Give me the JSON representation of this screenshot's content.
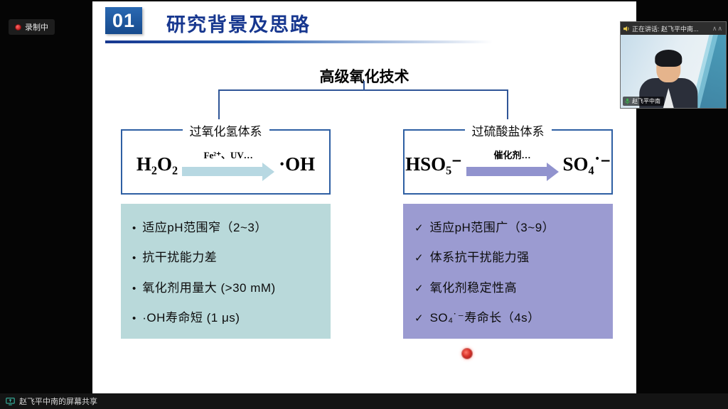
{
  "meeting": {
    "recording_label": "录制中",
    "speaking_status": "正在讲话: 赵飞平中南...",
    "collapse_arrows": "∧∧",
    "participant_name": "赵飞平中南",
    "screen_share_label": "赵飞平中南的屏幕共享"
  },
  "slide": {
    "section_number": "01",
    "section_title": "研究背景及思路",
    "heading": "高级氧化技术",
    "bullet_char": "•",
    "check_char": "✓",
    "left_system": {
      "title": "过氧化氢体系",
      "reactant": "H₂O₂",
      "arrow_label": "Fe²⁺、UV…",
      "product": "·OH"
    },
    "right_system": {
      "title": "过硫酸盐体系",
      "reactant": "HSO₅⁻",
      "arrow_label": "催化剂…",
      "product": "SO₄˙⁻"
    },
    "left_points": [
      "适应pH范围窄（2~3）",
      "抗干扰能力差",
      "氧化剂用量大 (>30 mM)",
      "·OH寿命短 (1 μs)"
    ],
    "right_points": [
      "适应pH范围广（3~9）",
      "体系抗干扰能力强",
      "氧化剂稳定性高",
      "SO₄˙⁻寿命长（4s）"
    ]
  },
  "colors": {
    "title_blue": "#17378f",
    "badge_blue": "#1d4f96",
    "box_border_blue": "#2e5fa3",
    "teal_panel": "#b9d9da",
    "purple_panel": "#9b9bd1",
    "arrow_teal": "#b7d8e2",
    "arrow_purple": "#9193ce",
    "laser_red": "#d9332a",
    "record_red": "#c21f1f",
    "mic_green": "#3ab54a"
  }
}
